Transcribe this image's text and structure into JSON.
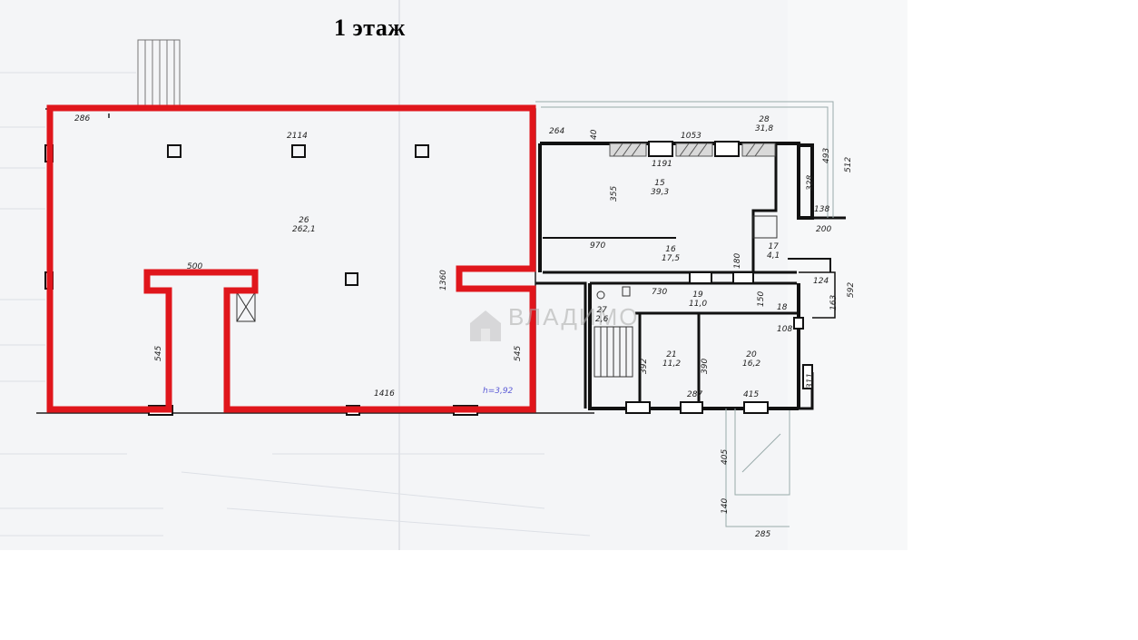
{
  "title": "1 этаж",
  "watermark": "ВЛАДИМО",
  "highlight_color": "#e0161c",
  "rooms": [
    {
      "num": "26",
      "area": "262,1"
    },
    {
      "num": "15",
      "area": "39,3"
    },
    {
      "num": "16",
      "area": "17,5"
    },
    {
      "num": "17",
      "area": "4,1"
    },
    {
      "num": "19",
      "area": "11,0"
    },
    {
      "num": "20",
      "area": "16,2"
    },
    {
      "num": "21",
      "area": "11,2"
    },
    {
      "num": "27",
      "area": "2,6"
    },
    {
      "num": "28",
      "area": "31,8"
    }
  ],
  "dims": {
    "d286": "286",
    "d2114": "2114",
    "d500": "500",
    "d1360": "1360",
    "d545a": "545",
    "d545b": "545",
    "d1416": "1416",
    "height": "h=3,92",
    "d264": "264",
    "d40": "40",
    "d1053": "1053",
    "d1191": "1191",
    "d355": "355",
    "d970": "970",
    "d180": "180",
    "d730": "730",
    "d150": "150",
    "d18": "18",
    "d108": "108",
    "d392": "392",
    "d390": "390",
    "d287": "287",
    "d415": "415",
    "d311": "311",
    "d493": "493",
    "d512": "512",
    "d328": "328",
    "d138": "138",
    "d200": "200",
    "d124": "124",
    "d163": "163",
    "d592": "592",
    "d405": "405",
    "d140": "140",
    "d285": "285"
  }
}
